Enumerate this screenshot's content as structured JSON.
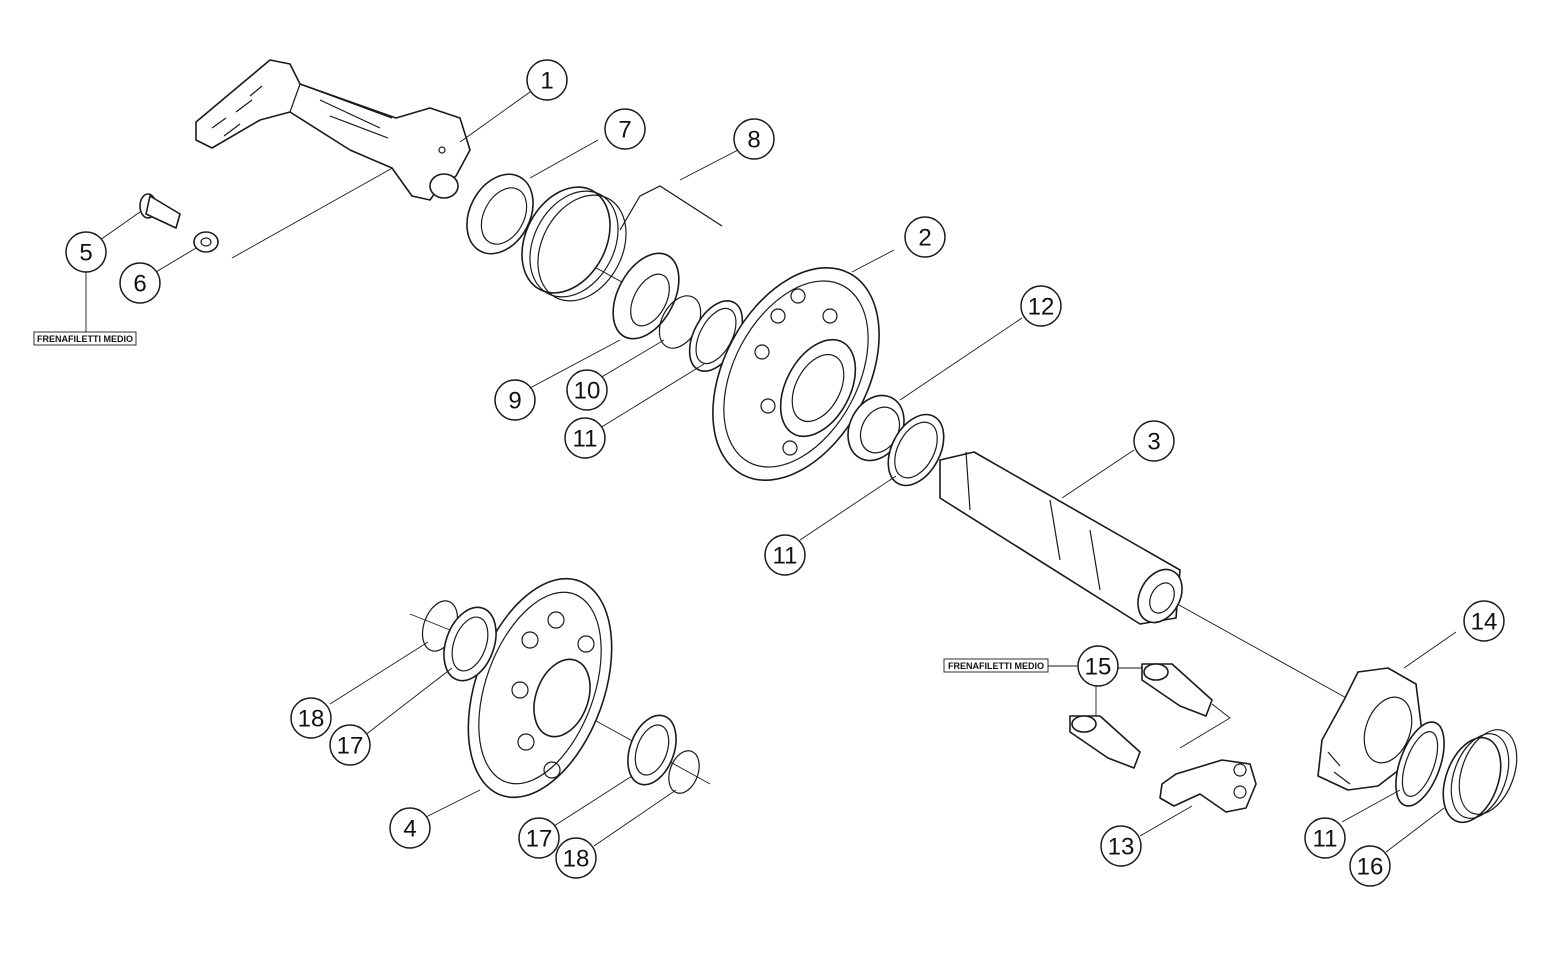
{
  "callouts": [
    {
      "id": "1",
      "label": "1"
    },
    {
      "id": "2",
      "label": "2"
    },
    {
      "id": "3",
      "label": "3"
    },
    {
      "id": "4",
      "label": "4"
    },
    {
      "id": "5",
      "label": "5"
    },
    {
      "id": "6",
      "label": "6"
    },
    {
      "id": "7",
      "label": "7"
    },
    {
      "id": "8",
      "label": "8"
    },
    {
      "id": "9",
      "label": "9"
    },
    {
      "id": "10",
      "label": "10"
    },
    {
      "id": "11a",
      "label": "11"
    },
    {
      "id": "11b",
      "label": "11"
    },
    {
      "id": "11c",
      "label": "11"
    },
    {
      "id": "12",
      "label": "12"
    },
    {
      "id": "13",
      "label": "13"
    },
    {
      "id": "14",
      "label": "14"
    },
    {
      "id": "15",
      "label": "15"
    },
    {
      "id": "16",
      "label": "16"
    },
    {
      "id": "17a",
      "label": "17"
    },
    {
      "id": "17b",
      "label": "17"
    },
    {
      "id": "18a",
      "label": "18"
    },
    {
      "id": "18b",
      "label": "18"
    }
  ],
  "notes": [
    {
      "id": "note-5",
      "text": "FRENAFILETTI MEDIO"
    },
    {
      "id": "note-15",
      "text": "FRENAFILETTI MEDIO"
    }
  ]
}
